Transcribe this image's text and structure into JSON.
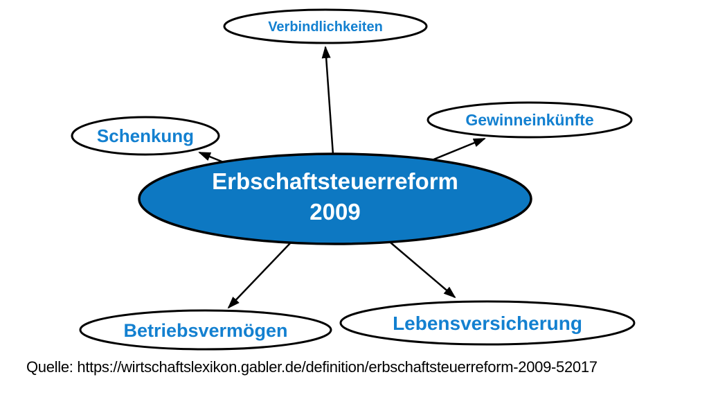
{
  "colors": {
    "center_fill": "#0d78c2",
    "center_text": "#ffffff",
    "node_text": "#1380d0",
    "outline": "#000000"
  },
  "center_node": {
    "line1": "Erbschaftsteuerreform",
    "line2": "2009"
  },
  "nodes": {
    "verbindlichkeiten": "Verbindlichkeiten",
    "gewinneinkuenfte": "Gewinneinkünfte",
    "schenkung": "Schenkung",
    "betriebsvermoegen": "Betriebsvermögen",
    "lebensversicherung": "Lebensversicherung"
  },
  "footer": {
    "source": "Quelle: https://wirtschaftslexikon.gabler.de/definition/erbschaftsteuerreform-2009-52017"
  }
}
